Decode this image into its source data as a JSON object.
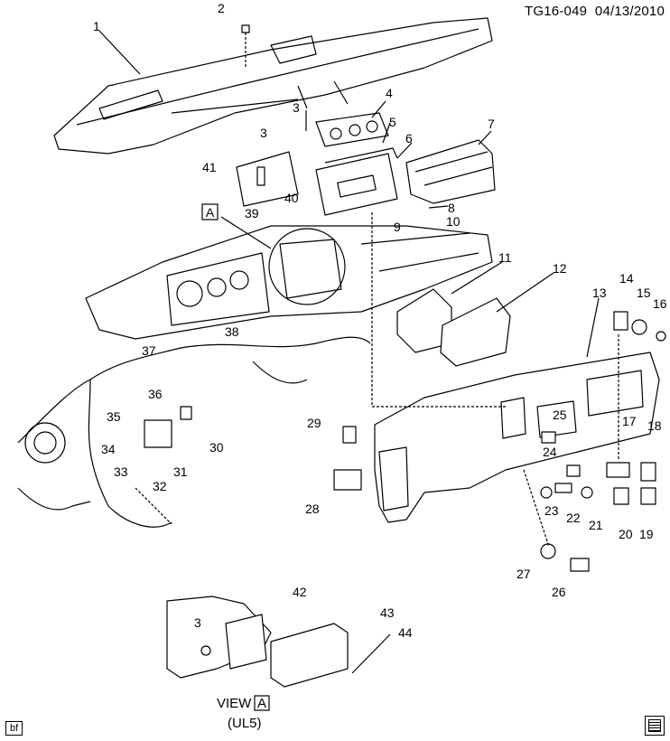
{
  "header": {
    "code": "TG16-049",
    "date": "04/13/2010"
  },
  "view": {
    "label": "VIEW",
    "marker": "A",
    "option": "(UL5)"
  },
  "detail_marker": "A",
  "footer": {
    "left_tag": "bf"
  },
  "callouts": [
    "1",
    "2",
    "3",
    "3",
    "3",
    "4",
    "5",
    "6",
    "7",
    "8",
    "9",
    "10",
    "11",
    "12",
    "13",
    "14",
    "15",
    "16",
    "17",
    "18",
    "19",
    "20",
    "21",
    "22",
    "23",
    "24",
    "25",
    "26",
    "27",
    "28",
    "29",
    "30",
    "31",
    "32",
    "33",
    "34",
    "35",
    "36",
    "37",
    "38",
    "39",
    "40",
    "41",
    "42",
    "43",
    "44"
  ],
  "colors": {
    "line": "#000000",
    "background": "#ffffff"
  }
}
